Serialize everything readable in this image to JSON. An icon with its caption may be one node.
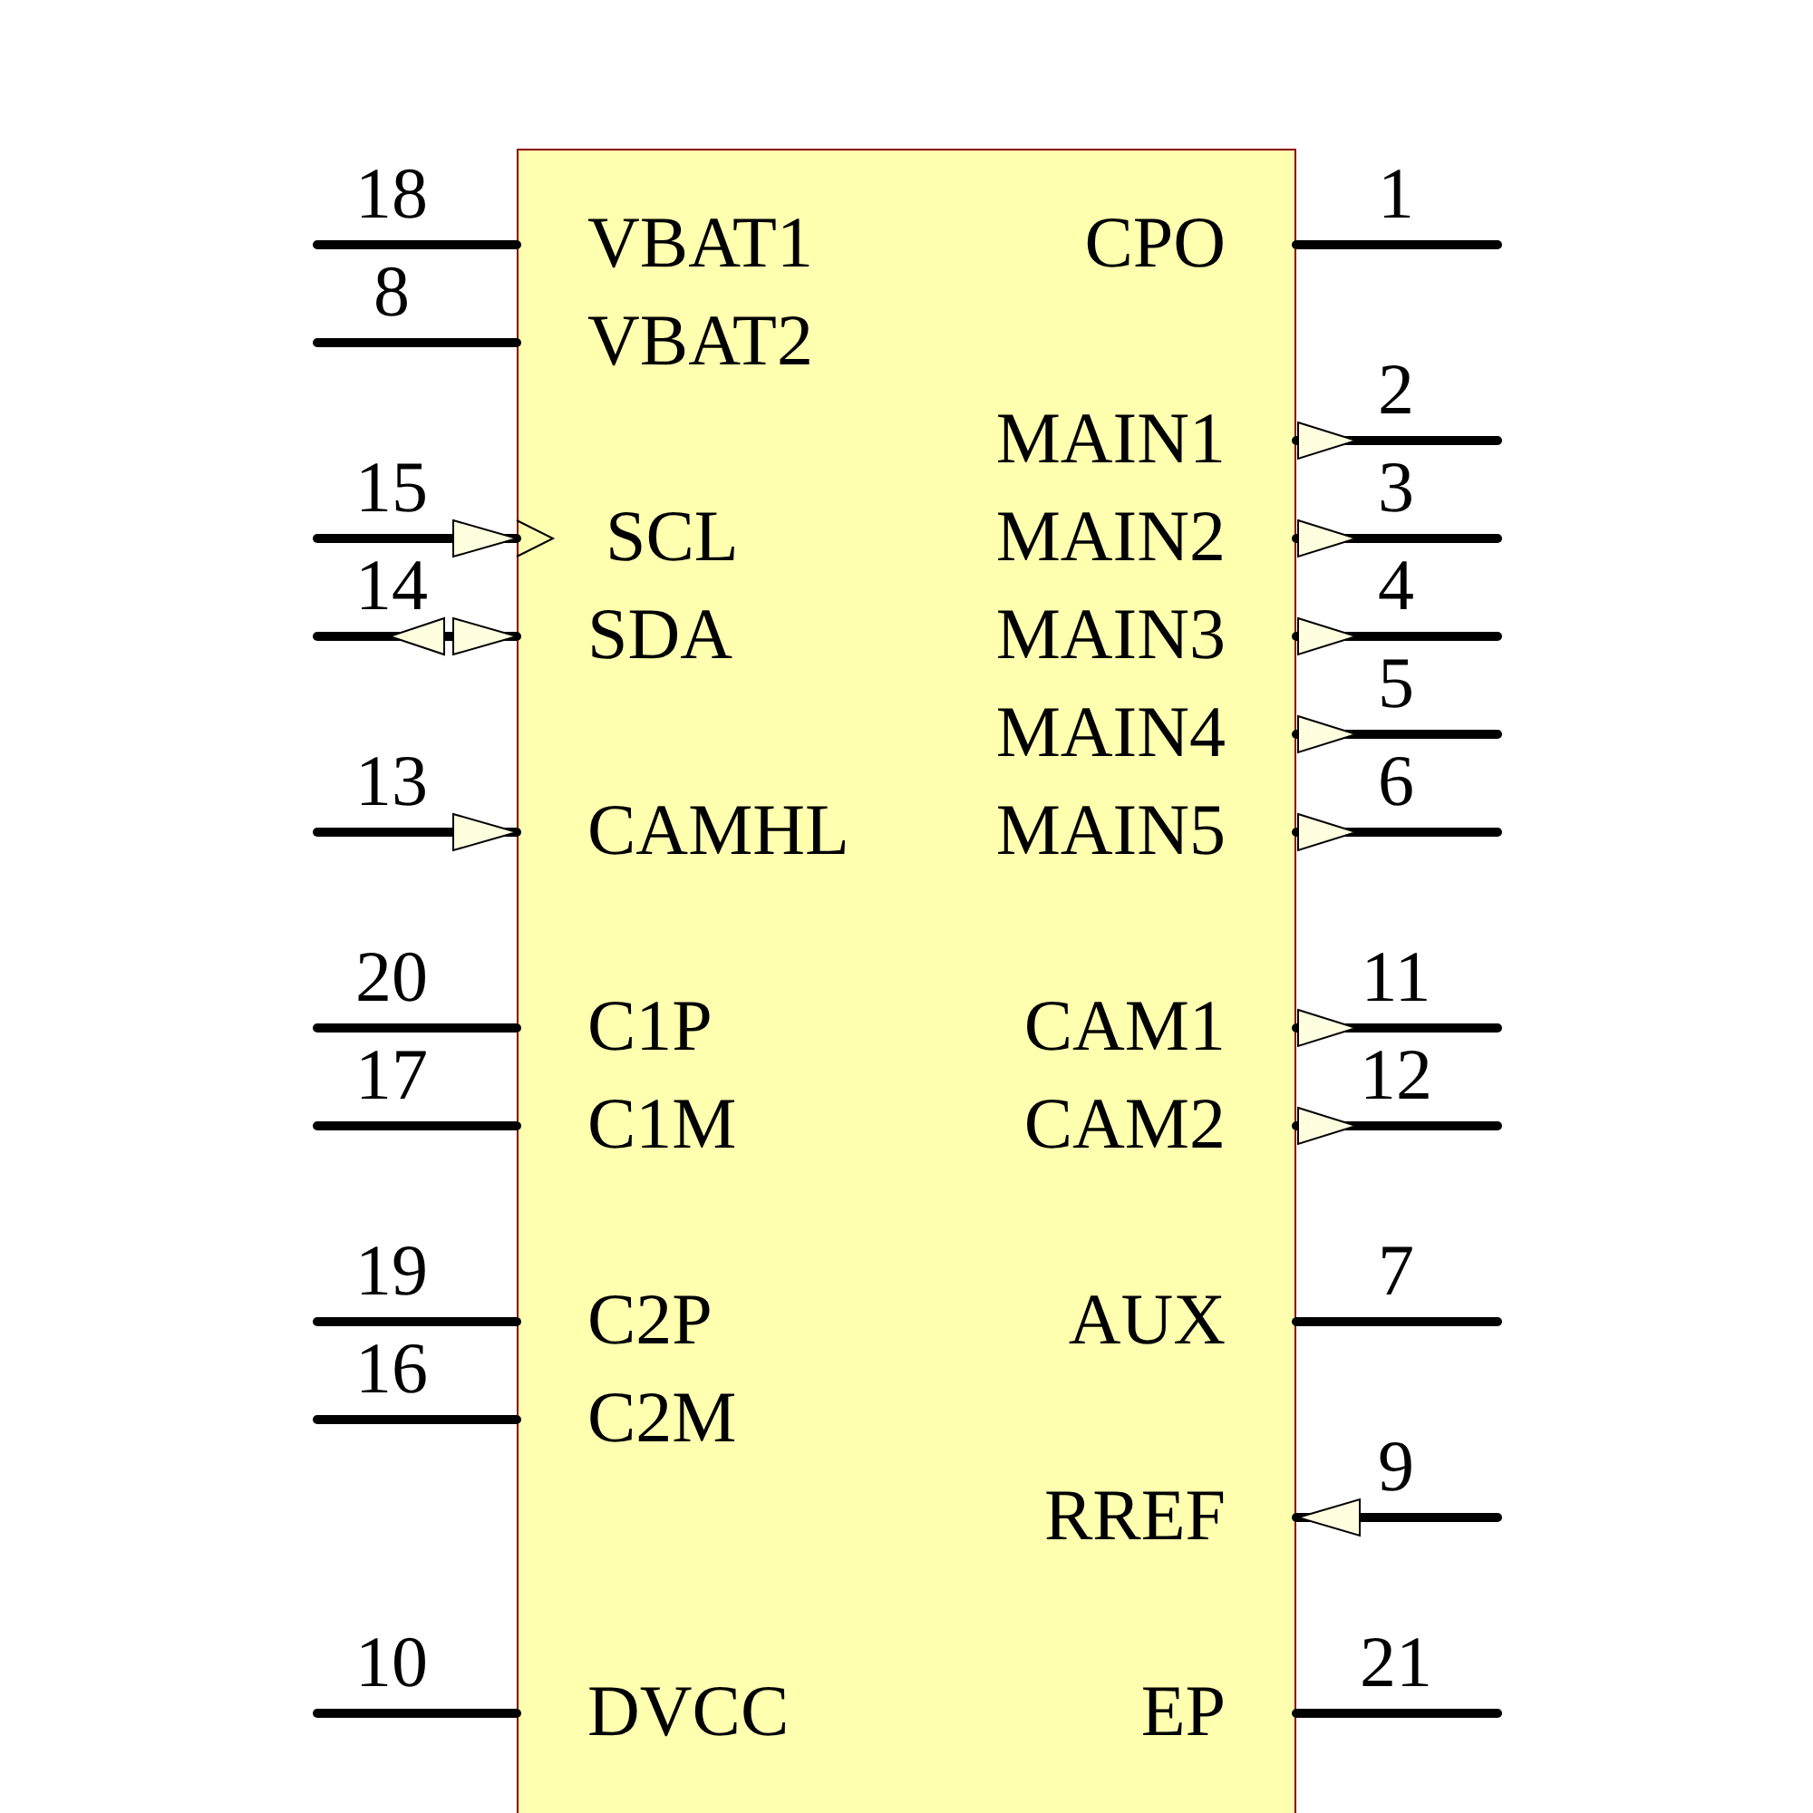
{
  "diagram": {
    "nodes": [
      {
        "text": [
          "VBAT1",
          "CPO",
          "VBAT2",
          "MAIN1",
          "SCL",
          "MAIN2",
          "SDA",
          "MAIN3",
          "MAIN4",
          "CAMHL",
          "MAIN5",
          "C1P",
          "CAM1",
          "C1M",
          "CAM2",
          "C2P",
          "AUX",
          "C2M",
          "RREF",
          "DVCC",
          "EP"
        ]
      }
    ],
    "labels": [
      "18",
      "1",
      "8",
      "2",
      "15",
      "3",
      "14",
      "4",
      "5",
      "13",
      "6",
      "20",
      "11",
      "17",
      "12",
      "19",
      "7",
      "16",
      "9",
      "10",
      "21"
    ]
  }
}
